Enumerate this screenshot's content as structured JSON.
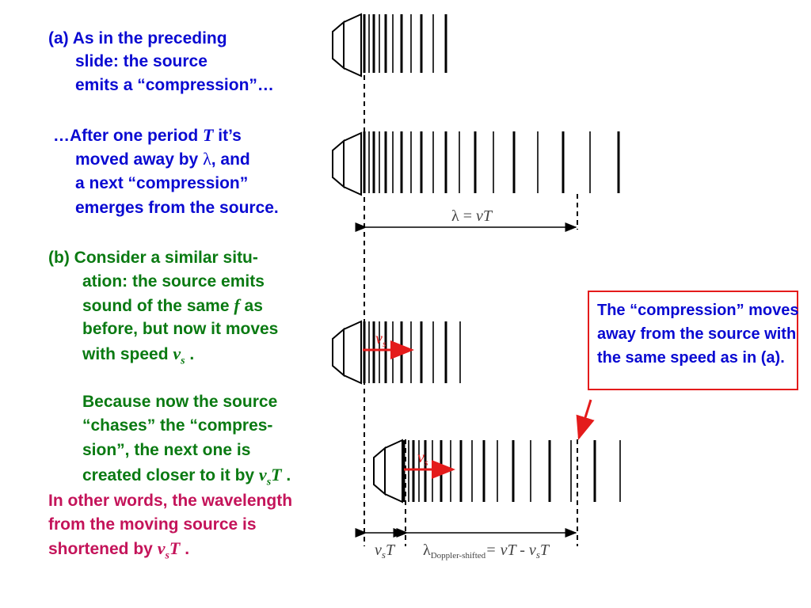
{
  "left_text": {
    "a_line1": "(a) As in the preceding",
    "a_line2": "slide: the source",
    "a_line3": "emits a “compression”…",
    "after_line1_pre": "…After one period ",
    "after_T": "T",
    "after_line1_post": " it’s",
    "after_line2_pre": "moved away by ",
    "lambda_symbol": "λ",
    "after_line2_post": ", and",
    "after_line3": "a next “compression”",
    "after_line4": "emerges from the source.",
    "b_line1": "(b) Consider a similar situ-",
    "b_line2": "ation: the source emits",
    "b_line3_pre": "sound of the same ",
    "b_f": "f",
    "b_line3_post": " as",
    "b_line4": "before, but now it moves",
    "b_line5_pre": "with speed  ",
    "b_vs_v": "v",
    "b_vs_s": "s",
    "b_line5_post": " .",
    "c_line1": "Because now the source",
    "c_line2": "“chases” the “compres-",
    "c_line3": "sion”, the next one is",
    "c_line4_pre": "created closer to it by ",
    "c_vsT_v": "v",
    "c_vsT_s": "s",
    "c_vsT_T": "T",
    "c_line4_post": " .",
    "m_line1": "In other words, the wavelength",
    "m_line2": "from the moving source is",
    "m_line3_pre": "shortened by ",
    "m_vsT_v": "v",
    "m_vsT_s": "s",
    "m_vsT_T": "T",
    "m_line3_post": " ."
  },
  "callout": {
    "text": "The “compression” moves away from the source with the same speed as in (a)."
  },
  "diagram": {
    "lambda_label_sym": "λ",
    "lambda_label_eq": " = ",
    "lambda_label_v": "vT",
    "vs_label": "v",
    "vs_label_sub": "s",
    "bottom_left_v": "v",
    "bottom_left_s": "s",
    "bottom_left_T": "T",
    "bottom_lambda": "λ",
    "bottom_sub": "Doppler-shifted",
    "bottom_eq": "= vT - v",
    "bottom_eq_s": "s",
    "bottom_eq_T": "T",
    "colors": {
      "red": "#e41b1b",
      "black": "#000000",
      "gray": "#444444"
    }
  }
}
